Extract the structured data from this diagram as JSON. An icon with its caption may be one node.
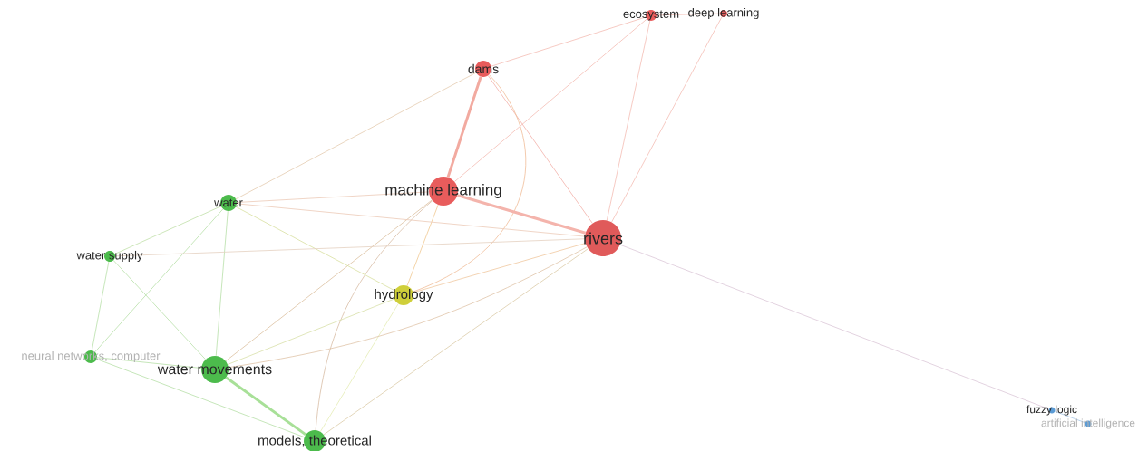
{
  "diagram": {
    "nodes": [
      {
        "text": [
          "ecosystem"
        ]
      },
      {
        "text": [
          "deep learning"
        ]
      },
      {
        "text": [
          "dams"
        ]
      },
      {
        "text": [
          "machine learning"
        ]
      },
      {
        "text": [
          "water"
        ]
      },
      {
        "text": [
          "rivers"
        ]
      },
      {
        "text": [
          "water supply"
        ]
      },
      {
        "text": [
          "hydrology"
        ]
      },
      {
        "text": [
          "neural networks, computer"
        ]
      },
      {
        "text": [
          "water movements"
        ]
      },
      {
        "text": [
          "models, theoretical"
        ]
      },
      {
        "text": [
          "fuzzy logic"
        ]
      },
      {
        "text": [
          "artificial intelligence"
        ]
      }
    ],
    "edges": [
      {
        "from": 0,
        "to": 2,
        "arrow": "none",
        "color": "#f4bcb4"
      },
      {
        "from": 0,
        "to": 3,
        "arrow": "none",
        "color": "#f4bcb4"
      },
      {
        "from": 0,
        "to": 5,
        "arrow": "none",
        "color": "#f4bcb4"
      },
      {
        "from": 1,
        "to": 5,
        "arrow": "none",
        "color": "#f4bcb4"
      },
      {
        "from": 0,
        "to": 1,
        "arrow": "none",
        "color": "#f4bcb4"
      },
      {
        "from": 2,
        "to": 3,
        "arrow": "none",
        "color": "#f2aaa0",
        "style": "thick"
      },
      {
        "from": 2,
        "to": 5,
        "arrow": "none",
        "color": "#f2b0a8"
      },
      {
        "from": 2,
        "to": 4,
        "arrow": "none",
        "color": "#e4ccb0"
      },
      {
        "from": 2,
        "to": 7,
        "arrow": "none",
        "color": "#f0bc98"
      },
      {
        "from": 3,
        "to": 5,
        "arrow": "none",
        "color": "#f4b4ac",
        "style": "thick"
      },
      {
        "from": 3,
        "to": 4,
        "arrow": "none",
        "color": "#eccab8"
      },
      {
        "from": 3,
        "to": 9,
        "arrow": "none",
        "color": "#dcc0a0"
      },
      {
        "from": 3,
        "to": 7,
        "arrow": "none",
        "color": "#f0c890"
      },
      {
        "from": 3,
        "to": 10,
        "arrow": "none",
        "color": "#d8bca4"
      },
      {
        "from": 4,
        "to": 5,
        "arrow": "none",
        "color": "#eccab8"
      },
      {
        "from": 4,
        "to": 6,
        "arrow": "none",
        "color": "#c0e0a8"
      },
      {
        "from": 4,
        "to": 7,
        "arrow": "none",
        "color": "#d8e0a0"
      },
      {
        "from": 4,
        "to": 9,
        "arrow": "none",
        "color": "#b8e0a8"
      },
      {
        "from": 4,
        "to": 8,
        "arrow": "none",
        "color": "#b8e0a8"
      },
      {
        "from": 6,
        "to": 5,
        "arrow": "none",
        "color": "#e4d0c0"
      },
      {
        "from": 6,
        "to": 8,
        "arrow": "none",
        "color": "#b8e0a8"
      },
      {
        "from": 6,
        "to": 9,
        "arrow": "none",
        "color": "#b8e0a8"
      },
      {
        "from": 7,
        "to": 5,
        "arrow": "none",
        "color": "#f0c8a0"
      },
      {
        "from": 7,
        "to": 9,
        "arrow": "none",
        "color": "#d8e0a8"
      },
      {
        "from": 7,
        "to": 10,
        "arrow": "none",
        "color": "#e4ecb4"
      },
      {
        "from": 5,
        "to": 9,
        "arrow": "none",
        "color": "#e0c4a8"
      },
      {
        "from": 5,
        "to": 10,
        "arrow": "none",
        "color": "#dccca8"
      },
      {
        "from": 5,
        "to": 11,
        "arrow": "none",
        "color": "#dcc8d8"
      },
      {
        "from": 8,
        "to": 9,
        "arrow": "none",
        "color": "#b8e0a8"
      },
      {
        "from": 8,
        "to": 10,
        "arrow": "none",
        "color": "#b8e0a8"
      },
      {
        "from": 9,
        "to": 10,
        "arrow": "none",
        "color": "#a8e098",
        "style": "thick"
      },
      {
        "from": 11,
        "to": 12,
        "arrow": "none",
        "color": "#a8c8e8"
      }
    ]
  }
}
